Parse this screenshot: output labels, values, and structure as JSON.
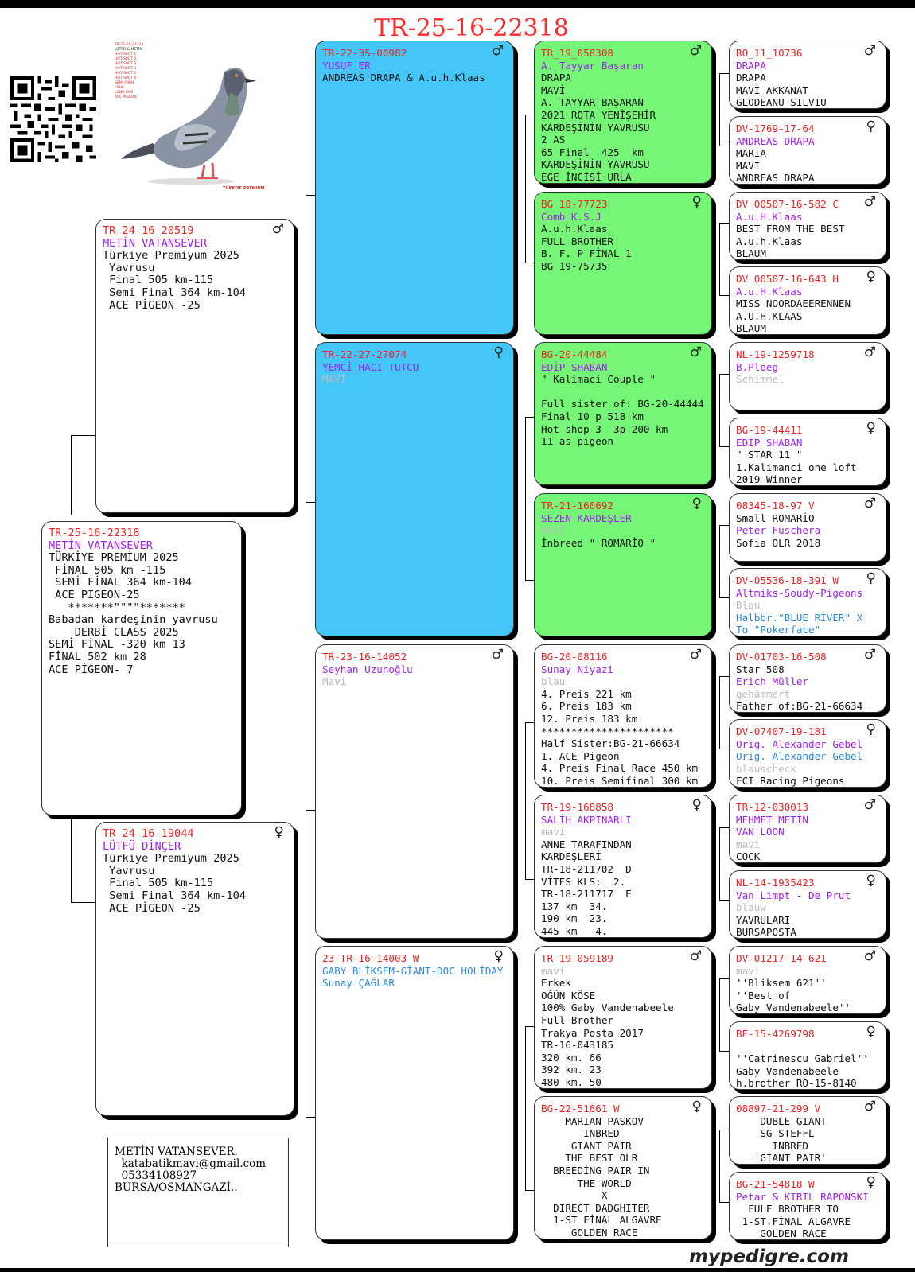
{
  "title": "TR-25-16-22318",
  "footer": "mypedigre.com",
  "owner": {
    "lines": [
      "METİN VATANSEVER.",
      "",
      "  katabatikmavi@gmail.com",
      "",
      "  05334108927",
      "",
      "",
      "BURSA/OSMANGAZİ.."
    ]
  },
  "photo": {
    "caption_lines": [
      "TR-25-16-22318",
      "LÜTFÜ & METİN",
      "HOT SPOT 1",
      "HOT SPOT 2",
      "HOT SPOT 3",
      "HOT SPOT 4",
      "HOT SPOT 5",
      "HOT SPOT 6",
      "SEMI FINAL",
      "FINAL",
      "LONG ACE",
      "ACE PIGEON"
    ],
    "logo": "TÜRKİYE PREMIUM"
  },
  "boxes": [
    {
      "id": "subject",
      "sex": "",
      "lines": [
        {
          "t": "TR-25-16-22318",
          "c": "red"
        },
        {
          "t": "METİN VATANSEVER",
          "c": "purple"
        },
        {
          "t": "TÜRKİYE PREMİUM 2025",
          "c": "black"
        },
        {
          "t": " FİNAL 505 km -115",
          "c": "black"
        },
        {
          "t": " SEMİ FİNAL 364 km-104",
          "c": "black"
        },
        {
          "t": " ACE PİGEON-25",
          "c": "black"
        },
        {
          "t": "   *******\"\"\"\"*******",
          "c": "black"
        },
        {
          "t": "Babadan kardeşinin yavrusu",
          "c": "black"
        },
        {
          "t": "    DERBİ CLASS 2025",
          "c": "black"
        },
        {
          "t": "SEMİ FİNAL -320 km 13",
          "c": "black"
        },
        {
          "t": "FİNAL 502 km 28",
          "c": "black"
        },
        {
          "t": "ACE PİGEON- 7",
          "c": "black"
        }
      ]
    },
    {
      "id": "father",
      "sex": "♂",
      "lines": [
        {
          "t": "TR-24-16-20519",
          "c": "red"
        },
        {
          "t": "METİN VATANSEVER",
          "c": "purple"
        },
        {
          "t": "Türkiye Premiyum 2025",
          "c": "black"
        },
        {
          "t": " Yavrusu",
          "c": "black"
        },
        {
          "t": " Final 505 km-115",
          "c": "black"
        },
        {
          "t": " Semi Final 364 km-104",
          "c": "black"
        },
        {
          "t": " ACE PİGEON -25",
          "c": "black"
        }
      ]
    },
    {
      "id": "mother",
      "sex": "♀",
      "lines": [
        {
          "t": "TR-24-16-19044",
          "c": "red"
        },
        {
          "t": "LÜTFÜ DİNÇER",
          "c": "purple"
        },
        {
          "t": "Türkiye Premiyum 2025",
          "c": "black"
        },
        {
          "t": " Yavrusu",
          "c": "black"
        },
        {
          "t": " Final 505 km-115",
          "c": "black"
        },
        {
          "t": " Semi Final 364 km-104",
          "c": "black"
        },
        {
          "t": " ACE PİGEON -25",
          "c": "black"
        }
      ]
    },
    {
      "id": "ff",
      "sex": "♂",
      "lines": [
        {
          "t": "TR-22-35-00982",
          "c": "red"
        },
        {
          "t": "YUSUF ER",
          "c": "purple"
        },
        {
          "t": "ANDREAS DRAPA & A.u.h.Klaas",
          "c": "black"
        }
      ]
    },
    {
      "id": "fm",
      "sex": "♀",
      "lines": [
        {
          "t": "TR-22-27-27074",
          "c": "red"
        },
        {
          "t": "YEMCİ HACI TUTCU",
          "c": "purple"
        },
        {
          "t": "MAVİ",
          "c": "gray"
        }
      ]
    },
    {
      "id": "mf",
      "sex": "♂",
      "lines": [
        {
          "t": "TR-23-16-14052",
          "c": "red"
        },
        {
          "t": "Seyhan Uzunoğlu",
          "c": "purple"
        },
        {
          "t": "Mavi",
          "c": "gray"
        }
      ]
    },
    {
      "id": "mm",
      "sex": "♀",
      "lines": [
        {
          "t": "23-TR-16-14003 W",
          "c": "red"
        },
        {
          "t": "GABY BLİKSEM-GİANT-DOC HOLİDAY",
          "c": "blue"
        },
        {
          "t": "Sunay ÇAĞLAR",
          "c": "blue"
        }
      ]
    },
    {
      "id": "fff",
      "sex": "♂",
      "lines": [
        {
          "t": "TR_19_058308",
          "c": "red"
        },
        {
          "t": "A. Tayyar Başaran",
          "c": "purple"
        },
        {
          "t": "DRAPA",
          "c": "black"
        },
        {
          "t": "MAVİ",
          "c": "black"
        },
        {
          "t": "A. TAYYAR BAŞARAN",
          "c": "black"
        },
        {
          "t": "2021 ROTA YENİŞEHİR",
          "c": "black"
        },
        {
          "t": "KARDEŞİNİN YAVRUSU",
          "c": "black"
        },
        {
          "t": "2 AS",
          "c": "black"
        },
        {
          "t": "65 Final  425  km",
          "c": "black"
        },
        {
          "t": "KARDEŞİNİN YAVRUSU",
          "c": "black"
        },
        {
          "t": "EGE İNCİSİ URLA",
          "c": "black"
        }
      ]
    },
    {
      "id": "ffm",
      "sex": "♀",
      "lines": [
        {
          "t": "BG 18-77723",
          "c": "red"
        },
        {
          "t": "Comb K.S.J",
          "c": "purple"
        },
        {
          "t": "A.u.h.Klaas",
          "c": "black"
        },
        {
          "t": "FULL BROTHER",
          "c": "black"
        },
        {
          "t": "B. F. P FİNAL 1",
          "c": "black"
        },
        {
          "t": "BG 19-75735",
          "c": "black"
        }
      ]
    },
    {
      "id": "fmf",
      "sex": "♂",
      "lines": [
        {
          "t": "BG-20-44484",
          "c": "red"
        },
        {
          "t": "EDİP SHABAN",
          "c": "purple"
        },
        {
          "t": "\" Kalimaci Couple \"",
          "c": "black"
        },
        {
          "t": "",
          "c": "black"
        },
        {
          "t": "Full sister of: BG-20-44444",
          "c": "black"
        },
        {
          "t": "Final 10 p 518 km",
          "c": "black"
        },
        {
          "t": "Hot shop 3 -3p 200 km",
          "c": "black"
        },
        {
          "t": "11 as pigeon",
          "c": "black"
        }
      ]
    },
    {
      "id": "fmm",
      "sex": "♀",
      "lines": [
        {
          "t": "TR-21-160692",
          "c": "red"
        },
        {
          "t": "SEZEN KARDEŞLER",
          "c": "purple"
        },
        {
          "t": "MAVİ",
          "c": "gray"
        },
        {
          "t": "İnbreed \" ROMARİO \"",
          "c": "black"
        }
      ]
    },
    {
      "id": "mff",
      "sex": "♂",
      "lines": [
        {
          "t": "BG-20-08116",
          "c": "red"
        },
        {
          "t": "Sunay Niyazi",
          "c": "purple"
        },
        {
          "t": "blau",
          "c": "gray"
        },
        {
          "t": "4. Preis 221 km",
          "c": "black"
        },
        {
          "t": "6. Preis 183 km",
          "c": "black"
        },
        {
          "t": "12. Preis 183 km",
          "c": "black"
        },
        {
          "t": "**********************",
          "c": "black"
        },
        {
          "t": "Half Sister:BG-21-66634",
          "c": "black"
        },
        {
          "t": "1. ACE Pigeon",
          "c": "black"
        },
        {
          "t": "4. Preis Final Race 450 km",
          "c": "black"
        },
        {
          "t": "10. Preis Semifinal 300 km",
          "c": "black"
        }
      ]
    },
    {
      "id": "mfm",
      "sex": "♀",
      "lines": [
        {
          "t": "TR-19-168858",
          "c": "red"
        },
        {
          "t": "SALİH AKPINARLI",
          "c": "purple"
        },
        {
          "t": "mavi",
          "c": "gray"
        },
        {
          "t": "ANNE TARAFINDAN",
          "c": "black"
        },
        {
          "t": "KARDEŞLERİ",
          "c": "black"
        },
        {
          "t": "TR-18-211702  D",
          "c": "black"
        },
        {
          "t": "VİTES KLS:  2.",
          "c": "black"
        },
        {
          "t": "TR-18-211717  E",
          "c": "black"
        },
        {
          "t": "137 km  34.",
          "c": "black"
        },
        {
          "t": "190 km  23.",
          "c": "black"
        },
        {
          "t": "445 km   4.",
          "c": "black"
        }
      ]
    },
    {
      "id": "mmf",
      "sex": "♂",
      "lines": [
        {
          "t": "TR-19-059189",
          "c": "red"
        },
        {
          "t": "mavi",
          "c": "gray"
        },
        {
          "t": "Erkek",
          "c": "black"
        },
        {
          "t": "OĞÜN KÖSE",
          "c": "black"
        },
        {
          "t": "100% Gaby Vandenabeele",
          "c": "black"
        },
        {
          "t": "Full Brother",
          "c": "black"
        },
        {
          "t": "Trakya Posta 2017",
          "c": "black"
        },
        {
          "t": "TR-16-043185",
          "c": "black"
        },
        {
          "t": "320 km. 66",
          "c": "black"
        },
        {
          "t": "392 km. 23",
          "c": "black"
        },
        {
          "t": "480 km. 50",
          "c": "black"
        }
      ]
    },
    {
      "id": "mmm",
      "sex": "♀",
      "lines": [
        {
          "t": "BG-22-51661 W",
          "c": "red"
        },
        {
          "t": "    MARIAN PASKOV",
          "c": "black"
        },
        {
          "t": "       INBRED",
          "c": "black"
        },
        {
          "t": "     GIANT PAIR",
          "c": "black"
        },
        {
          "t": "    THE BEST OLR",
          "c": "black"
        },
        {
          "t": "  BREEDİNG PAIR IN",
          "c": "black"
        },
        {
          "t": "      THE WORLD",
          "c": "black"
        },
        {
          "t": "          X",
          "c": "black"
        },
        {
          "t": "  DIRECT DADGHITER",
          "c": "black"
        },
        {
          "t": "  1-ST FİNAL ALGAVRE",
          "c": "black"
        },
        {
          "t": "     GOLDEN RACE",
          "c": "black"
        }
      ]
    },
    {
      "id": "g1",
      "sex": "♂",
      "lines": [
        {
          "t": "RO_11_10736",
          "c": "red"
        },
        {
          "t": "DRAPA",
          "c": "purple"
        },
        {
          "t": "DRAPA",
          "c": "black"
        },
        {
          "t": "MAVİ AKKANAT",
          "c": "black"
        },
        {
          "t": "GLODEANU SILVIU",
          "c": "black"
        }
      ]
    },
    {
      "id": "g2",
      "sex": "♀",
      "lines": [
        {
          "t": "DV-1769-17-64",
          "c": "red"
        },
        {
          "t": "ANDREAS DRAPA",
          "c": "purple"
        },
        {
          "t": "MARİA",
          "c": "black"
        },
        {
          "t": "MAVİ",
          "c": "black"
        },
        {
          "t": "ANDREAS DRAPA",
          "c": "black"
        }
      ]
    },
    {
      "id": "g3",
      "sex": "♂",
      "lines": [
        {
          "t": "DV 00507-16-582 C",
          "c": "red"
        },
        {
          "t": "A.u.H.Klaas",
          "c": "purple"
        },
        {
          "t": "BEST FROM THE BEST",
          "c": "black"
        },
        {
          "t": "A.u.h.Klaas",
          "c": "black"
        },
        {
          "t": "BLAUM",
          "c": "black"
        }
      ]
    },
    {
      "id": "g4",
      "sex": "♀",
      "lines": [
        {
          "t": "DV 00507-16-643 H",
          "c": "red"
        },
        {
          "t": "A.u.H.Klaas",
          "c": "purple"
        },
        {
          "t": "MISS NOORDAEERENNEN",
          "c": "black"
        },
        {
          "t": "A.U.H.KLAAS",
          "c": "black"
        },
        {
          "t": "BLAUM",
          "c": "black"
        }
      ]
    },
    {
      "id": "g5",
      "sex": "♂",
      "lines": [
        {
          "t": "NL-19-1259718",
          "c": "red"
        },
        {
          "t": "B.Ploeg",
          "c": "purple"
        },
        {
          "t": "Schimmel",
          "c": "gray"
        }
      ]
    },
    {
      "id": "g6",
      "sex": "♀",
      "lines": [
        {
          "t": "BG-19-44411",
          "c": "red"
        },
        {
          "t": "EDİP SHABAN",
          "c": "purple"
        },
        {
          "t": "\" STAR 11 \"",
          "c": "black"
        },
        {
          "t": "1.Kalimanci one loft",
          "c": "black"
        },
        {
          "t": "2019 Winner",
          "c": "black"
        }
      ]
    },
    {
      "id": "g7",
      "sex": "♂",
      "lines": [
        {
          "t": "08345-18-97 V",
          "c": "red"
        },
        {
          "t": "Small ROMARİO",
          "c": "black"
        },
        {
          "t": "Peter Fuschera",
          "c": "purple"
        },
        {
          "t": "Sofia OLR 2018",
          "c": "black"
        }
      ]
    },
    {
      "id": "g8",
      "sex": "♀",
      "lines": [
        {
          "t": "DV-05536-18-391 W",
          "c": "red"
        },
        {
          "t": "Altmiks-Soudy-Pigeons",
          "c": "purple"
        },
        {
          "t": "Blau",
          "c": "gray"
        },
        {
          "t": "Halbbr.\"BLUE RİVER\" X",
          "c": "blue"
        },
        {
          "t": "To \"Pokerface\"",
          "c": "blue"
        }
      ]
    },
    {
      "id": "g9",
      "sex": "♂",
      "lines": [
        {
          "t": "DV-01703-16-508",
          "c": "red"
        },
        {
          "t": "Star 508",
          "c": "black"
        },
        {
          "t": "Erich Müller",
          "c": "purple"
        },
        {
          "t": "gehämmert",
          "c": "gray"
        },
        {
          "t": "Father of:BG-21-66634",
          "c": "black"
        }
      ]
    },
    {
      "id": "g10",
      "sex": "♀",
      "lines": [
        {
          "t": "DV-07407-19-181",
          "c": "red"
        },
        {
          "t": "Orig. Alexander Gebel",
          "c": "purple"
        },
        {
          "t": "Orig. Alexander Gebel",
          "c": "blue"
        },
        {
          "t": "blauscheck",
          "c": "gray"
        },
        {
          "t": "FCI Racing Pigeons",
          "c": "black"
        }
      ]
    },
    {
      "id": "g11",
      "sex": "♂",
      "lines": [
        {
          "t": "TR-12-030013",
          "c": "red"
        },
        {
          "t": "MEHMET METİN",
          "c": "purple"
        },
        {
          "t": "VAN LOON",
          "c": "purple"
        },
        {
          "t": "mavi",
          "c": "gray"
        },
        {
          "t": "COCK",
          "c": "black"
        }
      ]
    },
    {
      "id": "g12",
      "sex": "♀",
      "lines": [
        {
          "t": "NL-14-1935423",
          "c": "red"
        },
        {
          "t": "Van Limpt - De Prut",
          "c": "purple"
        },
        {
          "t": "blauw",
          "c": "gray"
        },
        {
          "t": "YAVRULARI",
          "c": "black"
        },
        {
          "t": "BURSAPOSTA",
          "c": "black"
        }
      ]
    },
    {
      "id": "g13",
      "sex": "♂",
      "lines": [
        {
          "t": "DV-01217-14-621",
          "c": "red"
        },
        {
          "t": "mavi",
          "c": "gray"
        },
        {
          "t": "''Bliksem 621''",
          "c": "black"
        },
        {
          "t": "''Best of",
          "c": "black"
        },
        {
          "t": "Gaby Vandenabeele''",
          "c": "black"
        }
      ]
    },
    {
      "id": "g14",
      "sex": "♀",
      "lines": [
        {
          "t": "BE-15-4269798",
          "c": "red"
        },
        {
          "t": "",
          "c": "black"
        },
        {
          "t": "''Catrinescu Gabriel''",
          "c": "black"
        },
        {
          "t": "Gaby Vandenabeele",
          "c": "black"
        },
        {
          "t": "h.brother RO-15-8140",
          "c": "black"
        }
      ]
    },
    {
      "id": "g15",
      "sex": "♂",
      "lines": [
        {
          "t": "08897-21-299 V",
          "c": "red"
        },
        {
          "t": "    DUBLE GIANT",
          "c": "black"
        },
        {
          "t": "    SG STEFFL",
          "c": "black"
        },
        {
          "t": "      INBRED",
          "c": "black"
        },
        {
          "t": "   'GIANT PAIR'",
          "c": "black"
        }
      ]
    },
    {
      "id": "g16",
      "sex": "♀",
      "lines": [
        {
          "t": "BG-21-54818 W",
          "c": "red"
        },
        {
          "t": "Petar & KIRIL RAPONSKI",
          "c": "purple"
        },
        {
          "t": "  FULF BROTHER TO",
          "c": "black"
        },
        {
          "t": " 1-ST.FİNAL ALGAVRE",
          "c": "black"
        },
        {
          "t": "    GOLDEN RACE",
          "c": "black"
        }
      ]
    }
  ]
}
